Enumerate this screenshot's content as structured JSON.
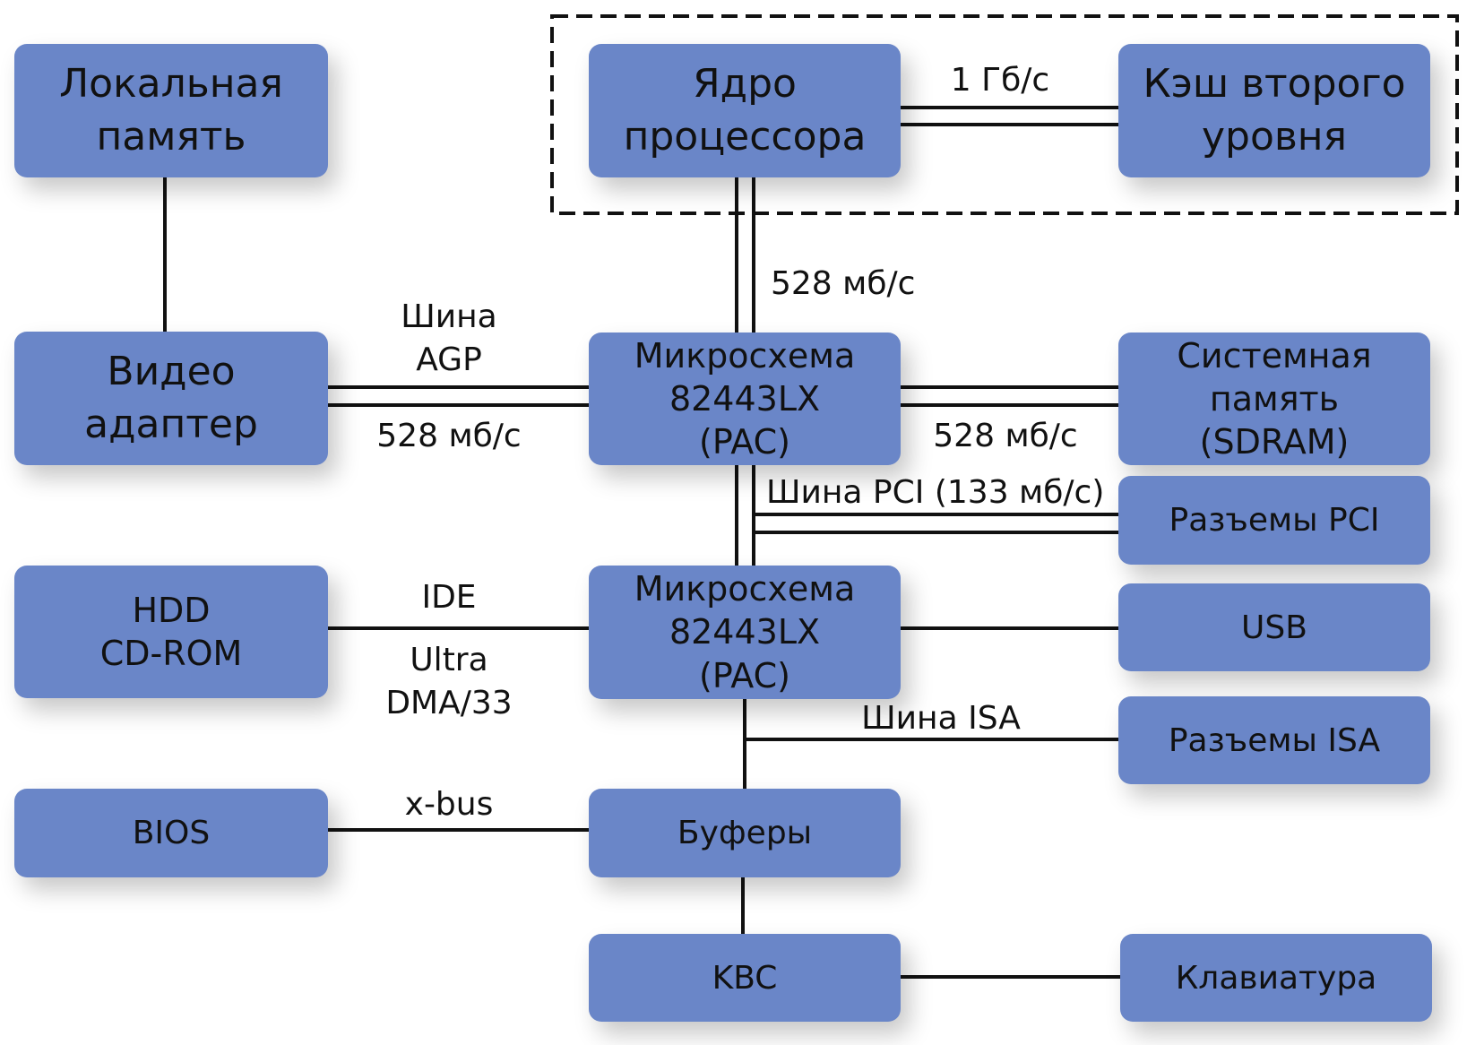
{
  "diagram": {
    "local_memory": [
      "Локальная",
      "память"
    ],
    "cpu_core": [
      "Ядро",
      "процессора"
    ],
    "l2_cache": [
      "Кэш второго",
      "уровня"
    ],
    "video_adapter": [
      "Видео",
      "адаптер"
    ],
    "pac_chip": [
      "Микросхема",
      "82443LX",
      "(PAC)"
    ],
    "system_memory": [
      "Системная",
      "память",
      "(SDRAM)"
    ],
    "pci_slots": "Разъемы PCI",
    "hdd_cdrom": [
      "HDD",
      "CD-ROM"
    ],
    "pix_chip": [
      "Микросхема",
      "82443LX",
      "(PAC)"
    ],
    "usb": "USB",
    "isa_slots": "Разъемы ISA",
    "bios": "BIOS",
    "buffers": "Буферы",
    "kbc": "KBC",
    "keyboard": "Клавиатура",
    "labels": {
      "cache_speed": "1 Гб/с",
      "host_bus_speed": "528 мб/с",
      "agp_bus": [
        "Шина",
        "AGP"
      ],
      "agp_speed": "528 мб/с",
      "memory_speed": "528 мб/с",
      "pci_bus": "Шина PCI (133 мб/с)",
      "ide": "IDE",
      "ultra_dma": [
        "Ultra",
        "DMA/33"
      ],
      "isa_bus": "Шина ISA",
      "xbus": "x-bus"
    }
  }
}
